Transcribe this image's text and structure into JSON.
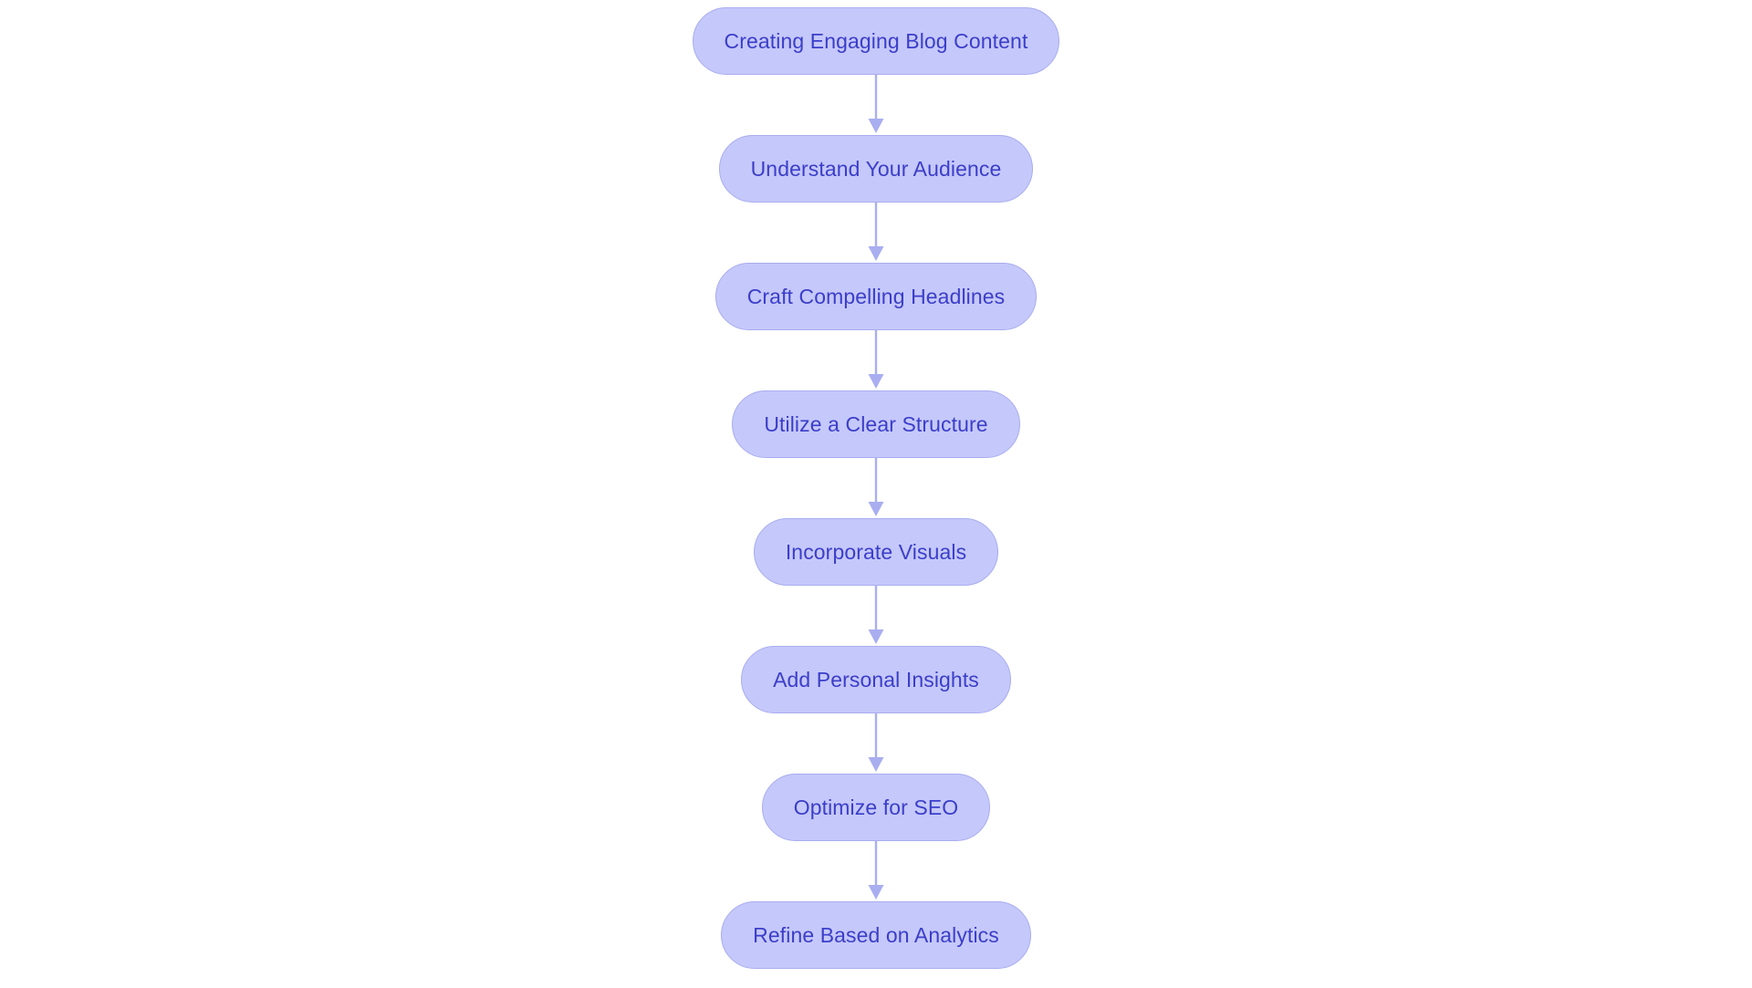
{
  "diagram": {
    "type": "flowchart",
    "orientation": "vertical-top-to-bottom",
    "title": "Creating Engaging Blog Content",
    "background_color": "#ffffff",
    "node_fill_color": "#c5c8fa",
    "node_border_color": "#a9adef",
    "node_text_color": "#3b3ec9",
    "connector_color": "#a9aef0",
    "node_shape": "stadium",
    "nodes": [
      {
        "id": "n1",
        "label": "Creating Engaging Blog Content",
        "order": 1
      },
      {
        "id": "n2",
        "label": "Understand Your Audience",
        "order": 2
      },
      {
        "id": "n3",
        "label": "Craft Compelling Headlines",
        "order": 3
      },
      {
        "id": "n4",
        "label": "Utilize a Clear Structure",
        "order": 4
      },
      {
        "id": "n5",
        "label": "Incorporate Visuals",
        "order": 5
      },
      {
        "id": "n6",
        "label": "Add Personal Insights",
        "order": 6
      },
      {
        "id": "n7",
        "label": "Optimize for SEO",
        "order": 7
      },
      {
        "id": "n8",
        "label": "Refine Based on Analytics",
        "order": 8
      }
    ],
    "edges": [
      {
        "from": "n1",
        "to": "n2",
        "arrow": "down-arrow"
      },
      {
        "from": "n2",
        "to": "n3",
        "arrow": "down-arrow"
      },
      {
        "from": "n3",
        "to": "n4",
        "arrow": "down-arrow"
      },
      {
        "from": "n4",
        "to": "n5",
        "arrow": "down-arrow"
      },
      {
        "from": "n5",
        "to": "n6",
        "arrow": "down-arrow"
      },
      {
        "from": "n6",
        "to": "n7",
        "arrow": "down-arrow"
      },
      {
        "from": "n7",
        "to": "n8",
        "arrow": "down-arrow"
      }
    ]
  }
}
